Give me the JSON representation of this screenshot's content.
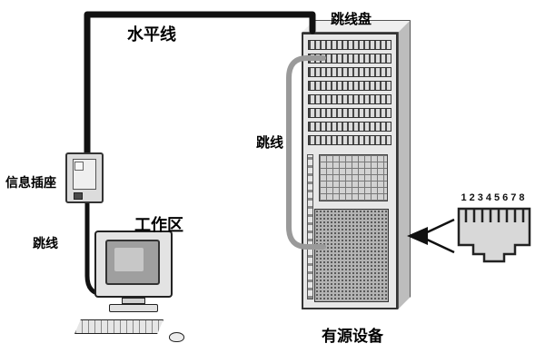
{
  "diagram": {
    "labels": {
      "horizontal_cable": "水平线",
      "patch_panel": "跳线盘",
      "rack_patch_cord": "跳线",
      "active_equipment": "有源设备",
      "info_outlet": "信息插座",
      "outlet_patch_cord": "跳线",
      "work_area": "工作区",
      "rj45_pin_numbers": "12345678"
    },
    "icons": {
      "rack": "equipment-rack-icon",
      "computer": "workstation-computer-icon",
      "outlet": "wall-outlet-icon",
      "connector": "rj45-connector-icon",
      "arrow": "arrow-left-icon"
    },
    "colors": {
      "background": "#ffffff",
      "cable": "#111111",
      "rack_cord": "#9a9a9a",
      "outline": "#333333"
    }
  }
}
